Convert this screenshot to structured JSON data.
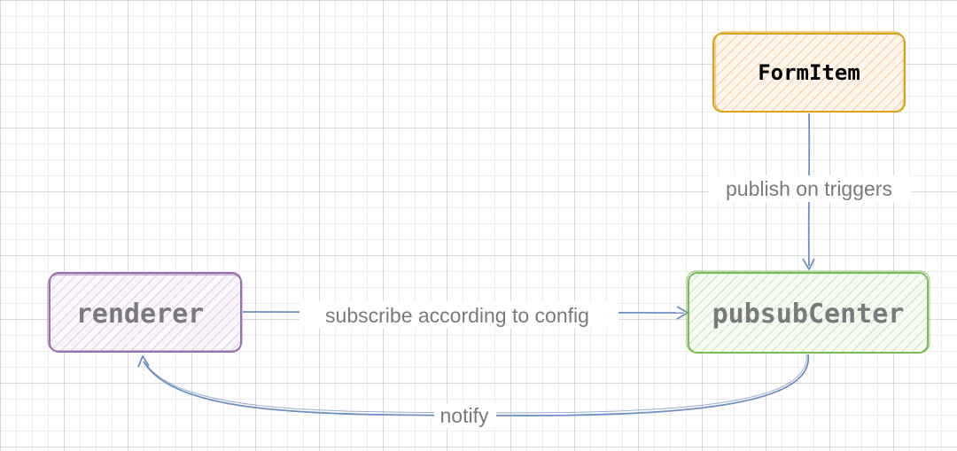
{
  "diagram": {
    "nodes": {
      "formitem": {
        "label": "FormItem",
        "stroke": "#e0a21a",
        "fill": "#fde7cc",
        "text_color": "#000000"
      },
      "renderer": {
        "label": "renderer",
        "stroke": "#9a6fb0",
        "fill": "#eadff2",
        "text_color": "#7a7a7a"
      },
      "pubsub": {
        "label": "pubsubCenter",
        "stroke": "#7cbb5b",
        "fill": "#dcefd2",
        "text_color": "#7a7a7a"
      }
    },
    "edges": {
      "publish": {
        "label": "publish on triggers",
        "color": "#6e8fc2"
      },
      "subscribe": {
        "label": "subscribe according to config",
        "color": "#6e8fc2"
      },
      "notify": {
        "label": "notify",
        "color": "#6e8fc2"
      }
    },
    "edge_label_color": "#7a7a7a"
  }
}
